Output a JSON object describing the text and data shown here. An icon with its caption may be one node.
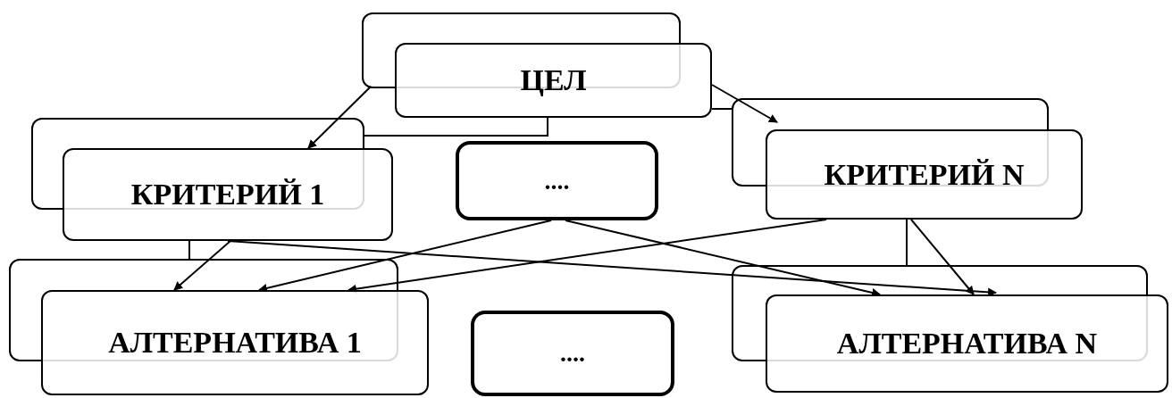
{
  "diagram": {
    "nodes": [
      {
        "text": [
          "ЦЕЛ"
        ]
      },
      {
        "text": [
          "КРИТЕРИЙ 1"
        ]
      },
      {
        "text": [
          "...."
        ]
      },
      {
        "text": [
          "КРИТЕРИЙ N"
        ]
      },
      {
        "text": [
          "АЛТЕРНАТИВА 1"
        ]
      },
      {
        "text": [
          "...."
        ]
      },
      {
        "text": [
          "АЛТЕРНАТИВА N"
        ]
      }
    ],
    "edges": [
      {
        "from": 0,
        "to": 1,
        "arrow": "to"
      },
      {
        "from": 0,
        "to": 3,
        "arrow": "to"
      },
      {
        "from": 0,
        "to": 1,
        "arrow": "none"
      },
      {
        "from": 0,
        "to": 3,
        "arrow": "none"
      },
      {
        "from": 1,
        "to": 4,
        "arrow": "none"
      },
      {
        "from": 3,
        "to": 6,
        "arrow": "none"
      },
      {
        "from": 1,
        "to": 4,
        "arrow": "to"
      },
      {
        "from": 1,
        "to": 6,
        "arrow": "to"
      },
      {
        "from": 2,
        "to": 4,
        "arrow": "to"
      },
      {
        "from": 2,
        "to": 6,
        "arrow": "to"
      },
      {
        "from": 3,
        "to": 4,
        "arrow": "to"
      },
      {
        "from": 3,
        "to": 6,
        "arrow": "to"
      }
    ]
  }
}
